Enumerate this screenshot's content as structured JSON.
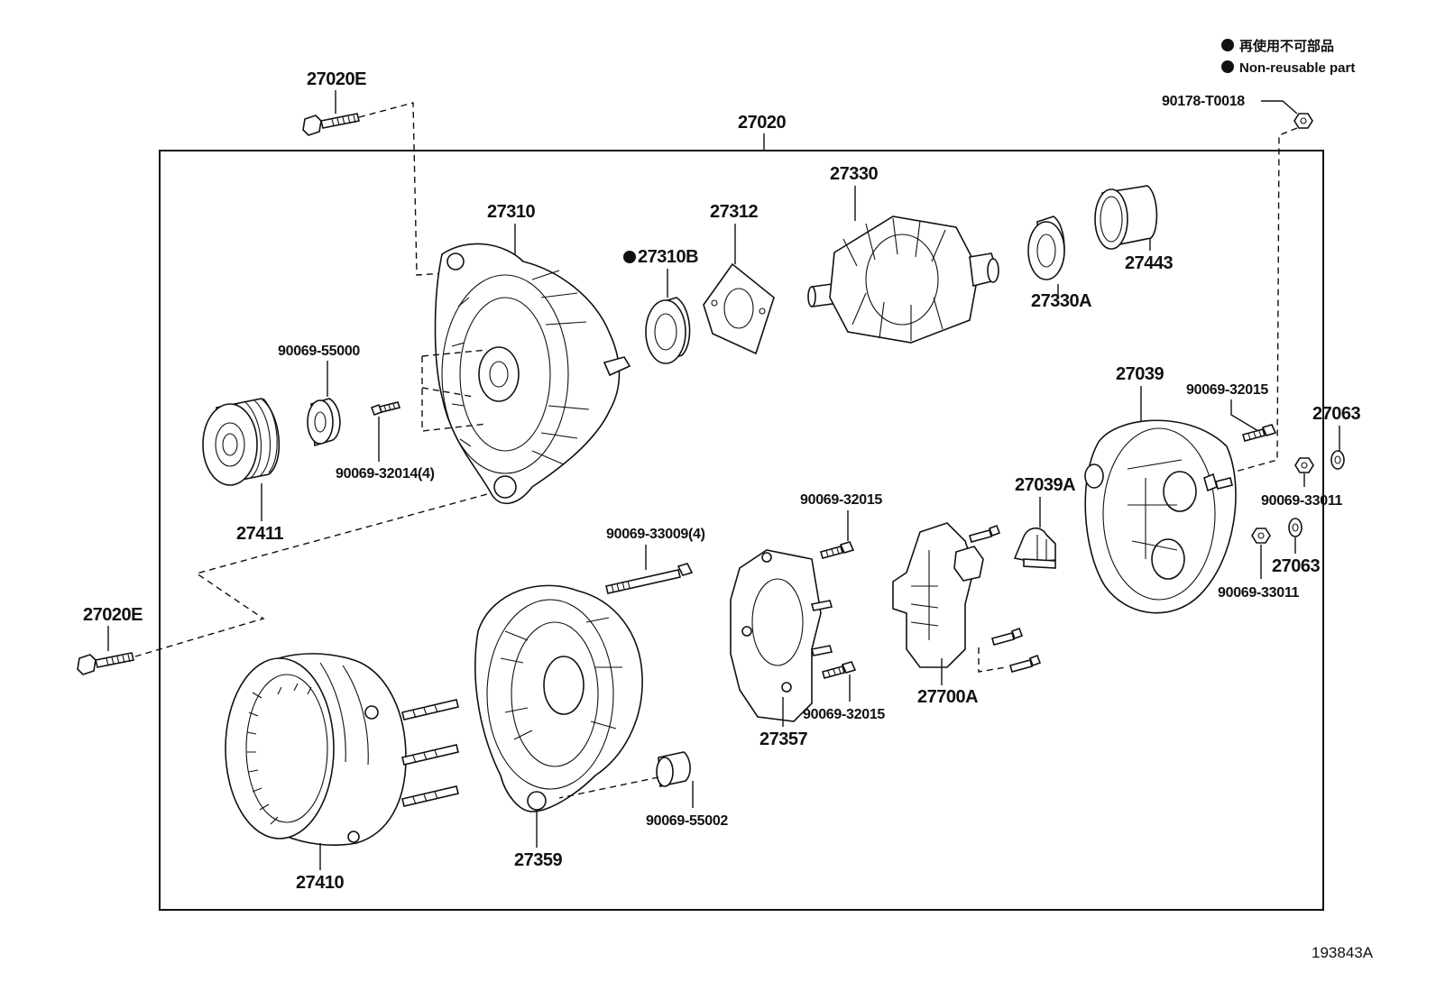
{
  "legend": {
    "line1": "再使用不可部品",
    "line2": "Non-reusable part"
  },
  "diagram_code": "193843A",
  "assembly_label": "27020",
  "parts": {
    "p27020E_top": "27020E",
    "p27020E_bottom": "27020E",
    "p90178": "90178-T0018",
    "p27310": "27310",
    "p27312": "27312",
    "p27310B": "27310B",
    "p27330": "27330",
    "p27330A": "27330A",
    "p27443": "27443",
    "p90069_55000": "90069-55000",
    "p90069_32014": "90069-32014(4)",
    "p27411": "27411",
    "p27039": "27039",
    "p90069_32015_a": "90069-32015",
    "p27063_a": "27063",
    "p90069_33011_a": "90069-33011",
    "p27039A": "27039A",
    "p90069_32015_b": "90069-32015",
    "p90069_33009": "90069-33009(4)",
    "p27063_b": "27063",
    "p90069_33011_b": "90069-33011",
    "p90069_32015_c": "90069-32015",
    "p27700A": "27700A",
    "p27357": "27357",
    "p27410": "27410",
    "p27359": "27359",
    "p90069_55002": "90069-55002"
  }
}
